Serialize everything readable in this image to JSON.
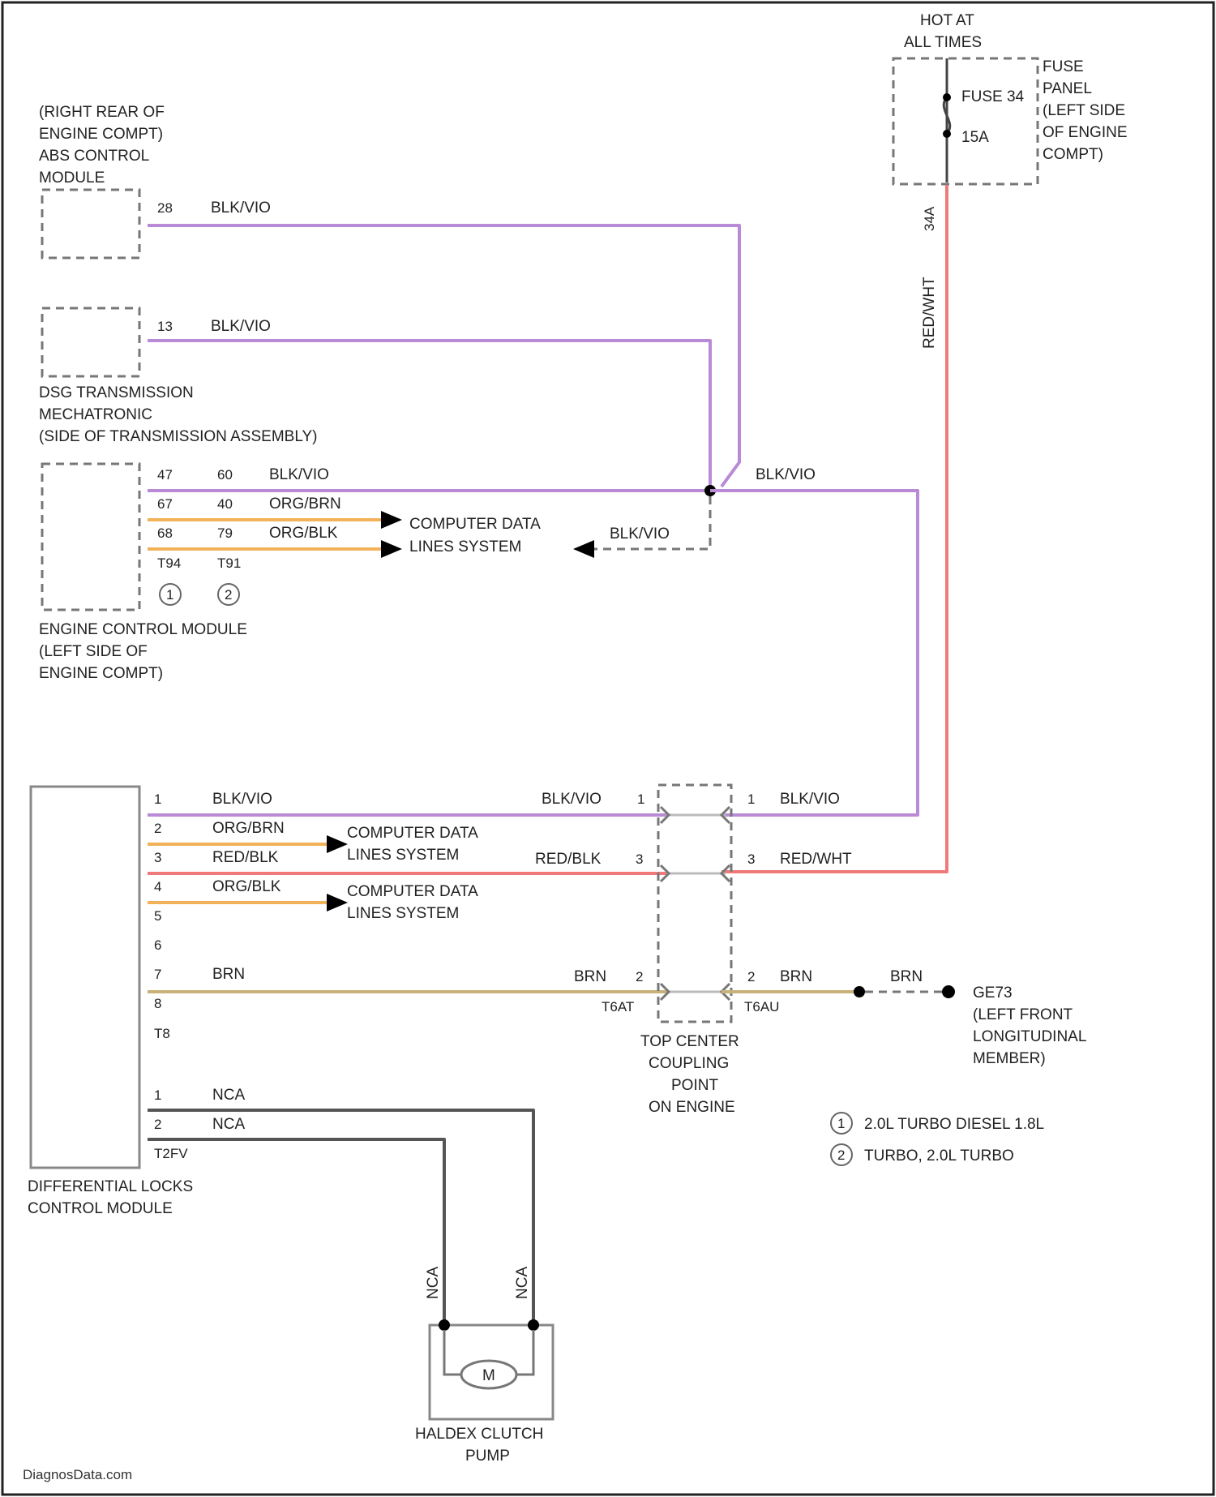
{
  "colors": {
    "violet": "#b98ad6",
    "red": "#f07a7a",
    "orange": "#f2b25a",
    "brown": "#c8b27a",
    "gray": "#555555",
    "component_outline": "#888888"
  },
  "components": {
    "hot_at_all_times": [
      "HOT AT",
      "ALL TIMES"
    ],
    "fuse": {
      "name": "FUSE 34",
      "rating": "15A"
    },
    "fuse_panel": [
      "FUSE",
      "PANEL",
      "(LEFT SIDE",
      "OF ENGINE",
      "COMPT)"
    ],
    "abs_module": [
      "(RIGHT REAR OF",
      "ENGINE COMPT)",
      "ABS CONTROL",
      "MODULE"
    ],
    "dsg_mechatronic": [
      "DSG TRANSMISSION",
      "MECHATRONIC",
      "(SIDE OF TRANSMISSION ASSEMBLY)"
    ],
    "ecm": [
      "ENGINE CONTROL MODULE",
      "(LEFT SIDE OF",
      "ENGINE COMPT)"
    ],
    "differential_locks": [
      "DIFFERENTIAL LOCKS",
      "CONTROL MODULE"
    ],
    "top_center_coupling": [
      "TOP CENTER",
      "COUPLING",
      "POINT",
      "ON ENGINE"
    ],
    "ground": {
      "name": "GE73",
      "location": [
        "(LEFT FRONT",
        "LONGITUDINAL",
        "MEMBER)"
      ]
    },
    "haldex_pump": [
      "HALDEX CLUTCH",
      "PUMP"
    ],
    "motor_symbol": "M"
  },
  "wires": {
    "abs_pin": "28",
    "dsg_pin": "13",
    "ecm_pins_a": [
      "47",
      "67",
      "68",
      "T94"
    ],
    "ecm_pins_b": [
      "60",
      "40",
      "79",
      "T91"
    ],
    "ecm_labels": [
      "BLK/VIO",
      "ORG/BRN",
      "ORG/BLK"
    ],
    "fuse_pin": "34A",
    "diff_pins": [
      "1",
      "2",
      "3",
      "4",
      "5",
      "6",
      "7",
      "8",
      "T8"
    ],
    "diff_labels": [
      "BLK/VIO",
      "ORG/BRN",
      "RED/BLK",
      "ORG/BLK",
      "BRN"
    ],
    "coupling_left_pins": [
      "1",
      "3",
      "2"
    ],
    "coupling_right_pins": [
      "1",
      "3",
      "2"
    ],
    "coupling_connectors": [
      "T6AT",
      "T6AU"
    ],
    "pump_pins": [
      "1",
      "2",
      "T2FV"
    ],
    "labels": {
      "blk_vio": "BLK/VIO",
      "red_wht": "RED/WHT",
      "red_blk": "RED/BLK",
      "brn": "BRN",
      "nca": "NCA"
    },
    "cdl_line1": "COMPUTER DATA",
    "cdl_line2": "LINES SYSTEM"
  },
  "legend": [
    {
      "num": "1",
      "text": "2.0L TURBO DIESEL 1.8L"
    },
    {
      "num": "2",
      "text": "TURBO, 2.0L TURBO"
    }
  ],
  "credit": "DiagnosData.com"
}
